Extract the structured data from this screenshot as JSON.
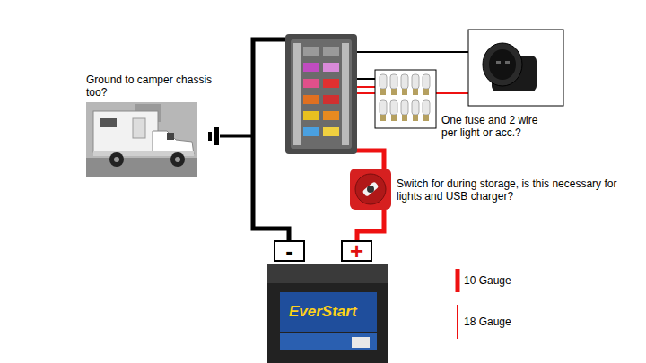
{
  "diagram": {
    "nodes": [
      {
        "text": [
          "-"
        ]
      },
      {
        "text": [
          "+"
        ]
      }
    ],
    "labels": [
      "Ground to camper chassis too?",
      "One fuse and 2 wire per light or acc.?",
      "Switch for during storage, is this necessary for lights and USB charger?",
      "EverStart"
    ],
    "legend": [
      {
        "text": "10 Gauge"
      },
      {
        "text": "18 Gauge"
      }
    ]
  }
}
